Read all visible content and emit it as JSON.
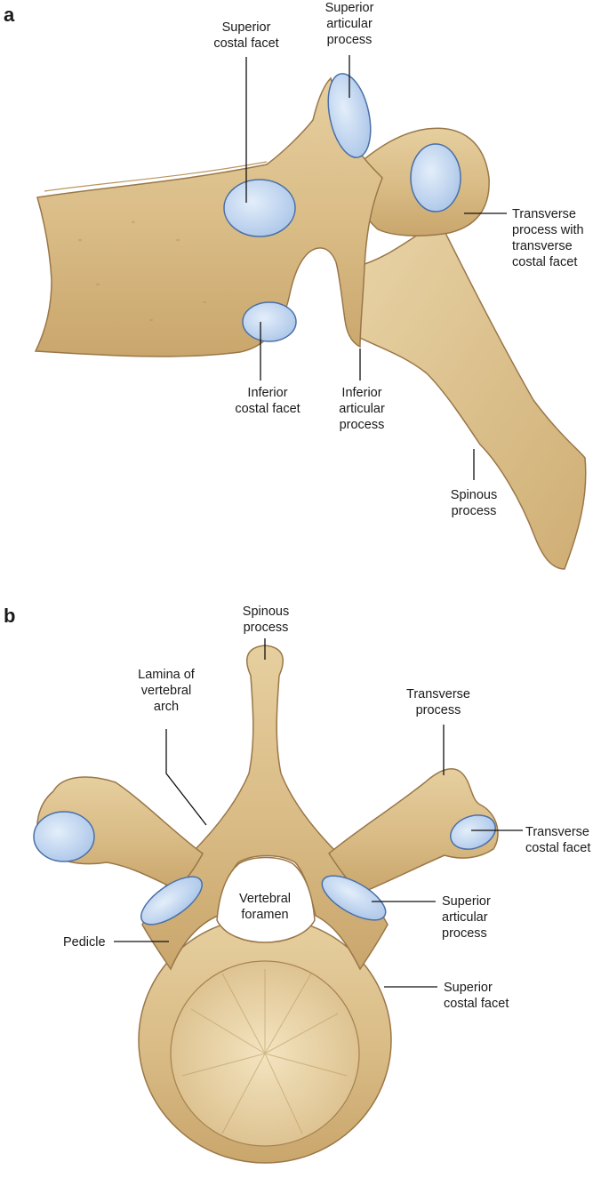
{
  "colors": {
    "bone": "#dcc08d",
    "bone_light": "#ead7ae",
    "bone_dark": "#b8955c",
    "bone_outline": "#9a7748",
    "facet": "#b7cfee",
    "facet_light": "#dbe8f8",
    "facet_outline": "#4a70a8",
    "leader": "#111111",
    "disc": "#ecd9ad"
  },
  "panel_a": {
    "letter": "a",
    "labels": {
      "superior_costal_facet": "Superior\ncostal facet",
      "superior_articular_process": "Superior\narticular\nprocess",
      "transverse_process_with_facet": "Transverse\nprocess with\ntransverse\ncostal facet",
      "inferior_costal_facet": "Inferior\ncostal facet",
      "inferior_articular_process": "Inferior\narticular\nprocess",
      "spinous_process": "Spinous\nprocess"
    }
  },
  "panel_b": {
    "letter": "b",
    "labels": {
      "spinous_process": "Spinous\nprocess",
      "lamina": "Lamina of\nvertebral\narch",
      "transverse_process": "Transverse\nprocess",
      "transverse_costal_facet": "Transverse\ncostal facet",
      "vertebral_foramen": "Vertebral\nforamen",
      "superior_articular_process": "Superior\narticular\nprocess",
      "pedicle": "Pedicle",
      "superior_costal_facet": "Superior\ncostal facet"
    }
  }
}
